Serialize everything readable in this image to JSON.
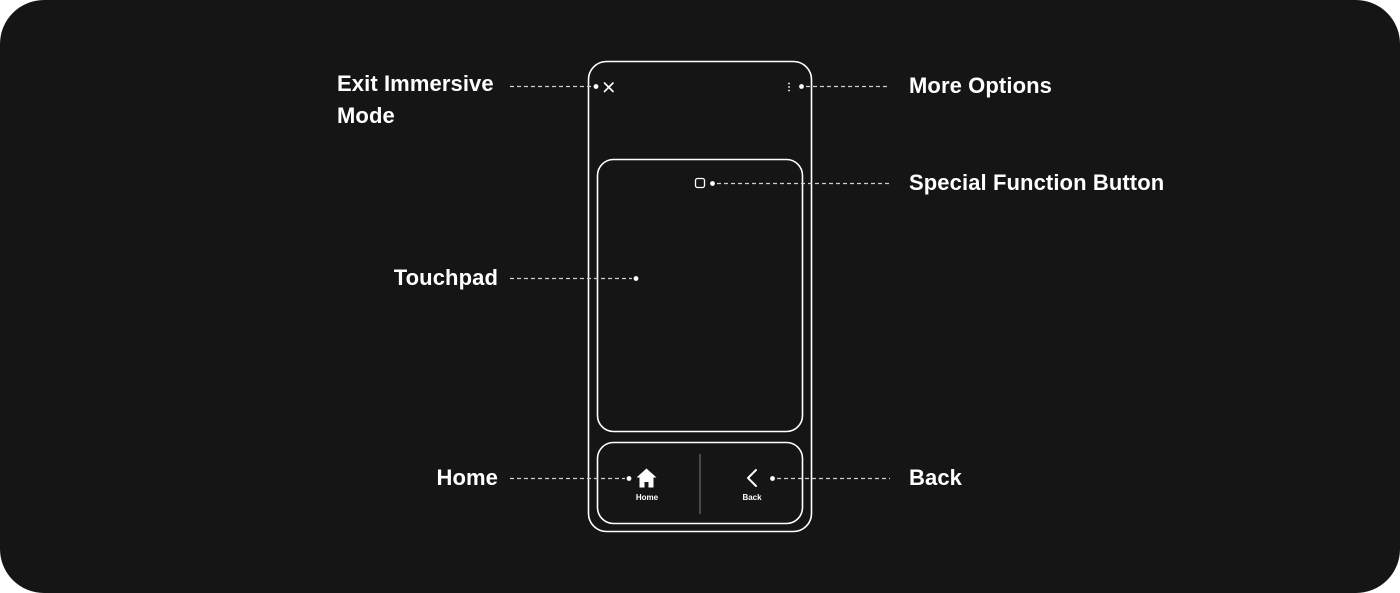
{
  "callouts": {
    "exit_immersive": "Exit Immersive Mode",
    "more_options": "More Options",
    "special_function": "Special Function Button",
    "touchpad": "Touchpad",
    "home": "Home",
    "back": "Back"
  },
  "bottom_bar": {
    "home_label": "Home",
    "back_label": "Back"
  },
  "icons": {
    "exit": "close-icon",
    "more": "more-vertical-icon",
    "special": "rounded-square-icon",
    "home": "home-icon",
    "back": "chevron-left-icon"
  },
  "colors": {
    "background": "#151515",
    "foreground": "#ffffff"
  }
}
